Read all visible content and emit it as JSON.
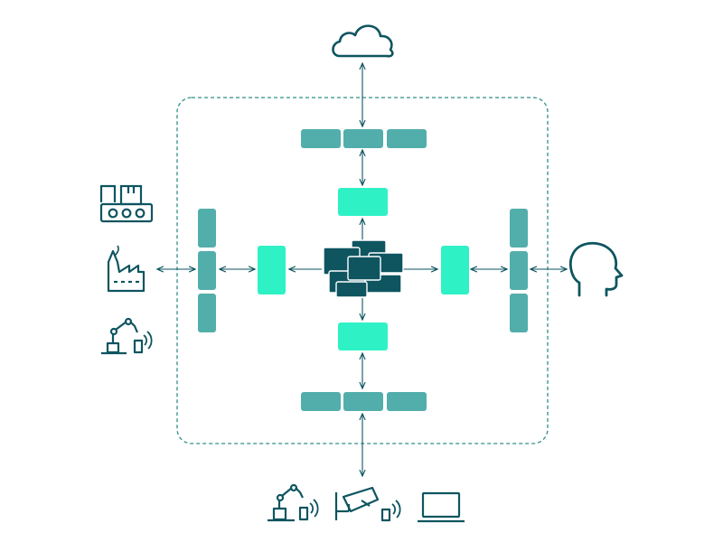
{
  "colors": {
    "dark": "#0e5560",
    "teal": "#52aeab",
    "mint": "#2ef2c6",
    "line": "#0e5560",
    "background": "#ffffff"
  },
  "icons": {
    "top": [
      "cloud-icon"
    ],
    "left": [
      "conveyor-box-icon",
      "factory-icon",
      "robot-arm-wireless-icon"
    ],
    "right": [
      "human-head-icon"
    ],
    "bottom": [
      "robot-arm-wireless-icon",
      "security-camera-wireless-icon",
      "laptop-icon"
    ],
    "center": [
      "stacked-servers-icon"
    ]
  },
  "diagram": {
    "boundary": "dashed-rounded-rectangle",
    "gateway_segments_per_side": 3,
    "sides": [
      "top",
      "right",
      "bottom",
      "left"
    ]
  }
}
